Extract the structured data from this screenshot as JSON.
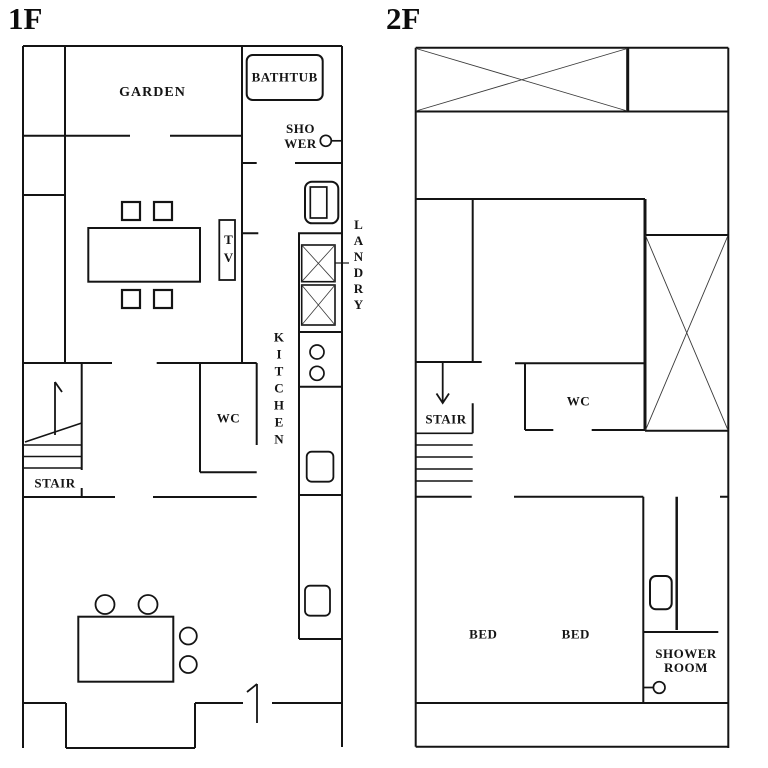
{
  "floor1": {
    "title": "1F",
    "labels": {
      "garden": "GARDEN",
      "bathtub": "BATHTUB",
      "shower": "SHO WER",
      "tv": "TV",
      "landry": "LANDRY",
      "kitchen": "KITCHEN",
      "wc": "WC",
      "stair": "STAIR"
    }
  },
  "floor2": {
    "title": "2F",
    "labels": {
      "stair": "STAIR",
      "wc": "WC",
      "bed_left": "BED",
      "bed_right": "BED",
      "shower_room": "SHOWER ROOM"
    }
  },
  "colors": {
    "wall": "#141414",
    "background": "#ffffff",
    "cross_line": "#3a3a3a"
  }
}
